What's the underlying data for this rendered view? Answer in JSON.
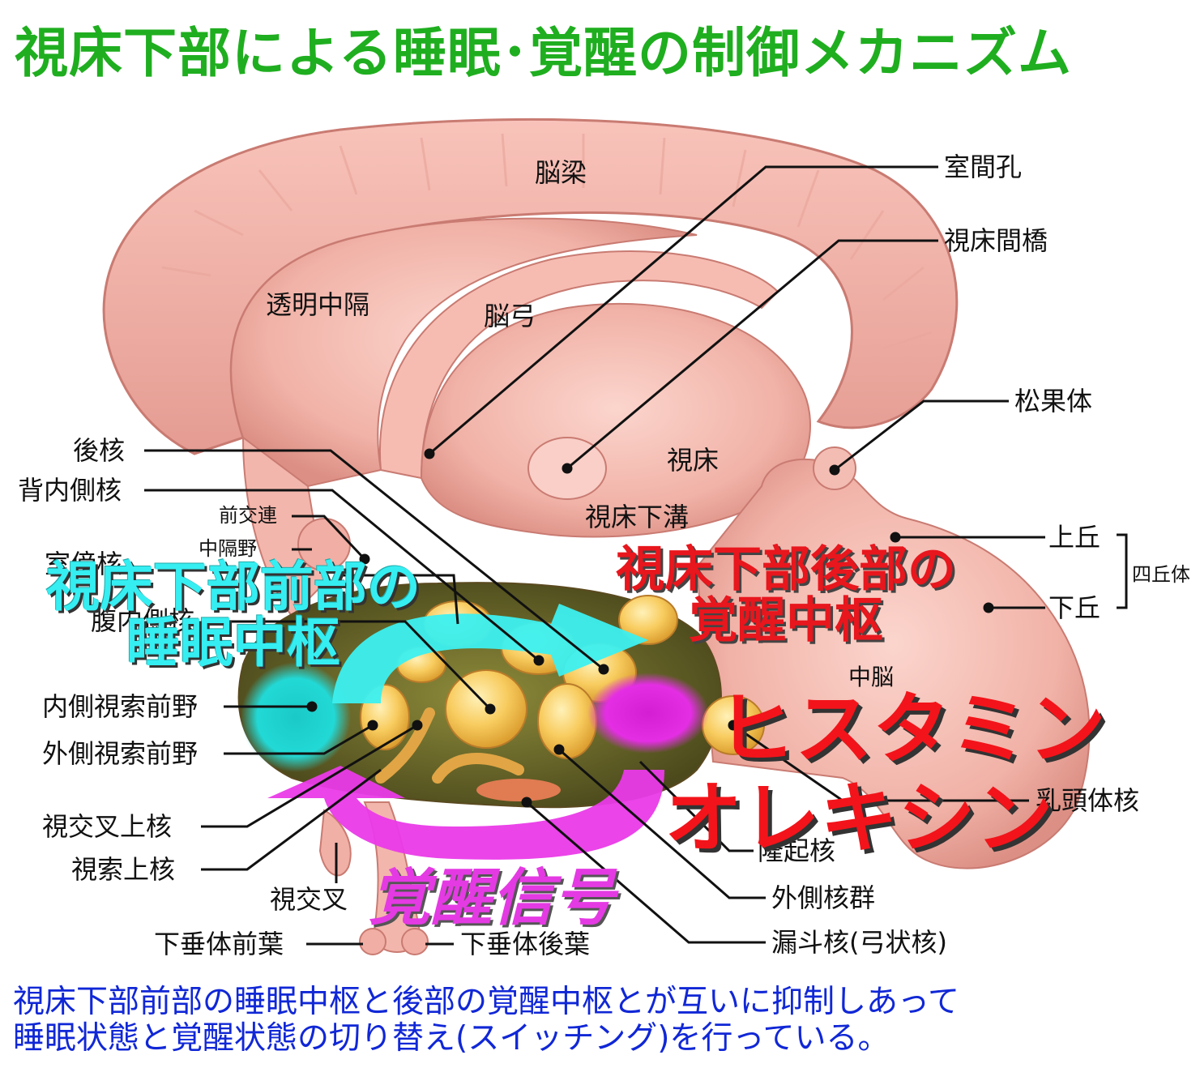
{
  "title": "視床下部による睡眠･覚醒の制御メカニズム",
  "labels": {
    "noryo": "脳梁",
    "toumei": "透明中隔",
    "nokyu": "脳弓",
    "shitsukan": "室間孔",
    "shishoukankyo": "視床間橋",
    "shoukatai": "松果体",
    "shishou": "視床",
    "shishoukako": "視床下溝",
    "joukyu": "上丘",
    "kakyu": "下丘",
    "shikyutai": "四丘体",
    "chunou": "中脳",
    "kokaku": "後核",
    "hainaisoku": "背内側核",
    "zenkoren": "前交連",
    "chukakuya": "中隔野",
    "shitsubai": "室傍核",
    "fukunaisoku": "腹内側核",
    "naisoku": "内側視索前野",
    "gaisoku": "外側視索前野",
    "shikousajou": "視交叉上核",
    "shisakujou": "視索上核",
    "shikousa": "視交叉",
    "kasuiZen": "下垂体前葉",
    "kasuiKou": "下垂体後葉",
    "nyutoutai": "乳頭体核",
    "ryuuki": "隆起核",
    "gaisokugun": "外側核群",
    "routo": "漏斗核(弓状核)"
  },
  "callouts": {
    "sleep_line1": "視床下部前部の",
    "sleep_line2": "睡眠中枢",
    "wake_line1": "視床下部後部の",
    "wake_line2": "覚醒中枢",
    "histamine": "ヒスタミン",
    "orexin": "オレキシン",
    "signal": "覚醒信号"
  },
  "caption": {
    "line1": "視床下部前部の睡眠中枢と後部の覚醒中枢とが互いに抑制しあって",
    "line2": "睡眠状態と覚醒状態の切り替え(スイッチング)を行っている。"
  },
  "colors": {
    "title": "#1fae1f",
    "caption": "#1027d6",
    "cyan": "#35eef2",
    "magenta": "#e43ae3",
    "red": "#e8161d"
  }
}
